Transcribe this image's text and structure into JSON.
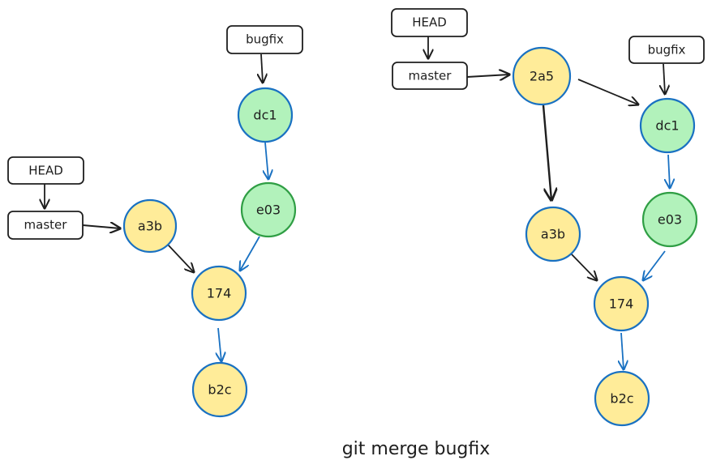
{
  "caption": "git merge bugfix",
  "colors": {
    "main_fill": "#ffec99",
    "branch_fill": "#b2f2bb",
    "main_stroke": "#1971c2",
    "branch_stroke": "#2f9e44",
    "black_edge": "#1e1e1e",
    "blue_edge": "#1971c2"
  },
  "before": {
    "labels": {
      "head": "HEAD",
      "master": "master",
      "bugfix": "bugfix"
    },
    "commits": {
      "a3b": "a3b",
      "c174": "174",
      "b2c": "b2c",
      "dc1": "dc1",
      "e03": "e03"
    }
  },
  "after": {
    "labels": {
      "head": "HEAD",
      "master": "master",
      "bugfix": "bugfix"
    },
    "commits": {
      "c2a5": "2a5",
      "a3b": "a3b",
      "c174": "174",
      "b2c": "b2c",
      "dc1": "dc1",
      "e03": "e03"
    }
  }
}
